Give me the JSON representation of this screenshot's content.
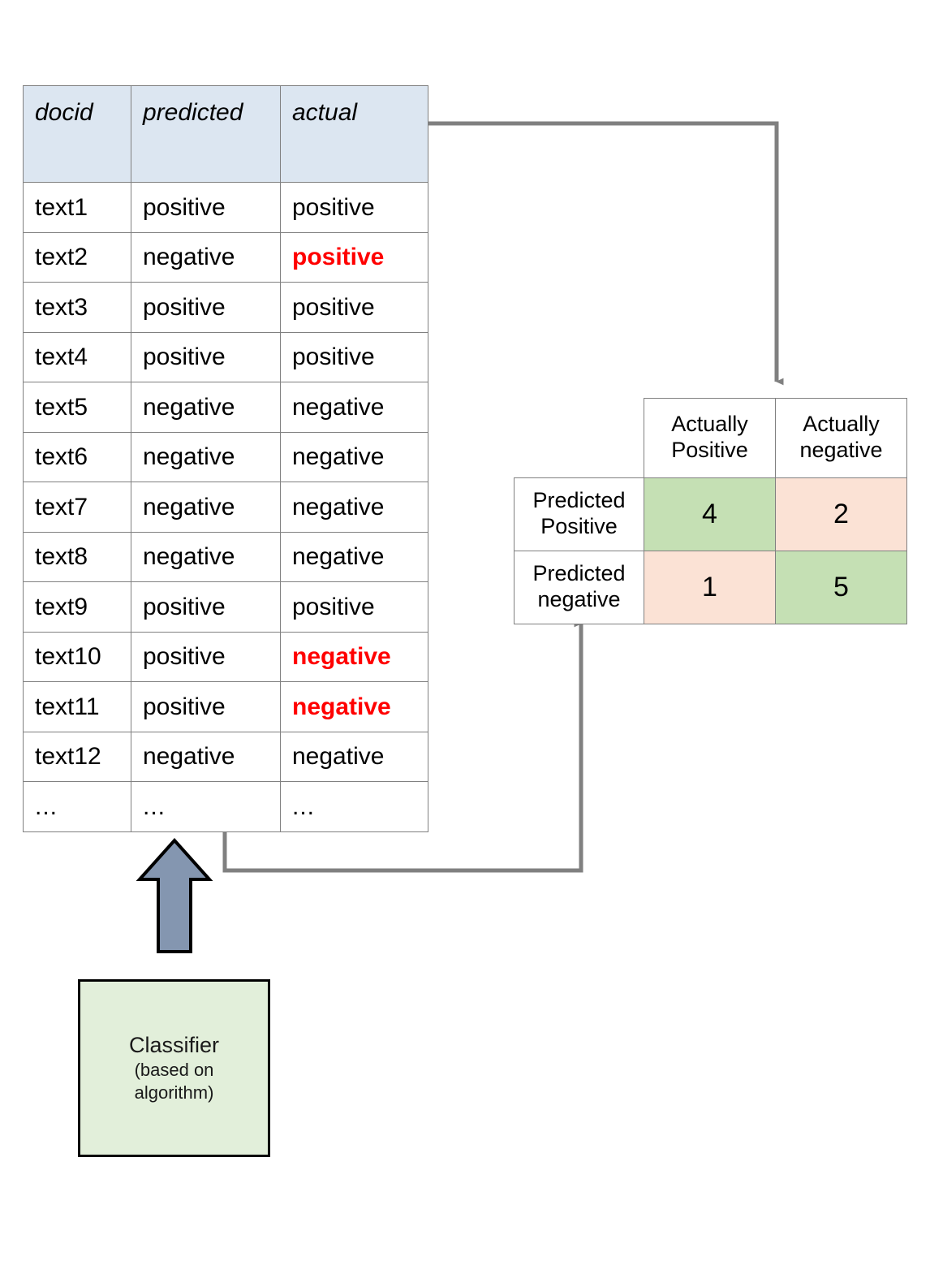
{
  "predictions_table": {
    "name": "predictions-table",
    "columns": [
      "docid",
      "predicted",
      "actual"
    ],
    "rows": [
      {
        "docid": "text1",
        "predicted": "positive",
        "actual": "positive",
        "actual_error": false
      },
      {
        "docid": "text2",
        "predicted": "negative",
        "actual": "positive",
        "actual_error": true
      },
      {
        "docid": "text3",
        "predicted": "positive",
        "actual": "positive",
        "actual_error": false
      },
      {
        "docid": "text4",
        "predicted": "positive",
        "actual": "positive",
        "actual_error": false
      },
      {
        "docid": "text5",
        "predicted": "negative",
        "actual": "negative",
        "actual_error": false
      },
      {
        "docid": "text6",
        "predicted": "negative",
        "actual": "negative",
        "actual_error": false
      },
      {
        "docid": "text7",
        "predicted": "negative",
        "actual": "negative",
        "actual_error": false
      },
      {
        "docid": "text8",
        "predicted": "negative",
        "actual": "negative",
        "actual_error": false
      },
      {
        "docid": "text9",
        "predicted": "positive",
        "actual": "positive",
        "actual_error": false
      },
      {
        "docid": "text10",
        "predicted": "positive",
        "actual": "negative",
        "actual_error": true
      },
      {
        "docid": "text11",
        "predicted": "positive",
        "actual": "negative",
        "actual_error": true
      },
      {
        "docid": "text12",
        "predicted": "negative",
        "actual": "negative",
        "actual_error": false
      },
      {
        "docid": "...",
        "predicted": "...",
        "actual": "...",
        "actual_error": false
      }
    ]
  },
  "confusion_matrix": {
    "name": "confusion-matrix",
    "corner_label": "",
    "column_headers": [
      "Actually Positive",
      "Actually negative"
    ],
    "row_headers": [
      "Predicted Positive",
      "Predicted negative"
    ],
    "values": [
      [
        {
          "value": "4",
          "kind": "correct"
        },
        {
          "value": "2",
          "kind": "incorrect"
        }
      ],
      [
        {
          "value": "1",
          "kind": "incorrect"
        },
        {
          "value": "5",
          "kind": "correct"
        }
      ]
    ],
    "colors": {
      "correct": "#c5e0b4",
      "incorrect": "#fbe2d5",
      "border": "#808080"
    }
  },
  "classifier": {
    "name": "classifier-box",
    "title": "Classifier",
    "subtitle_line1": "(based on",
    "subtitle_line2": "algorithm)",
    "fill": "#e2efda",
    "border": "#000000"
  },
  "connectors": {
    "color": "#808080",
    "actual_to_matrix": "arrow from actual column down into confusion matrix",
    "matrix_from_table": "arrow from table bottom up into confusion matrix",
    "classifier_to_table": "block arrow from classifier up into table"
  },
  "block_arrow": {
    "name": "classifier-to-table-block-arrow",
    "fill": "#8496b0",
    "stroke": "#000000"
  }
}
